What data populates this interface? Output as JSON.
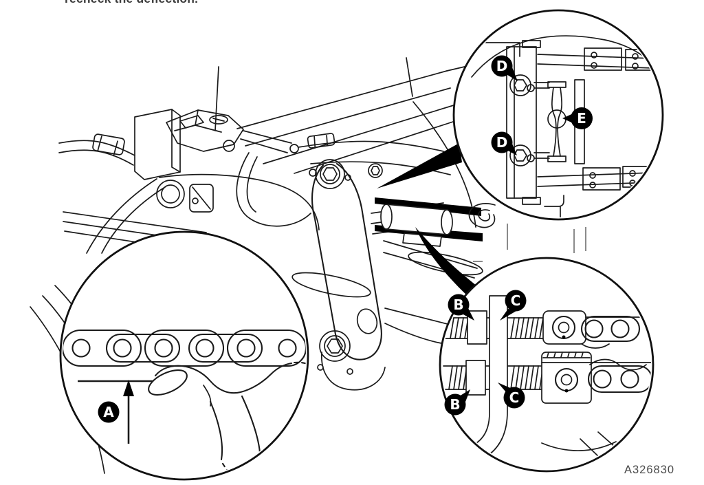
{
  "caption_top": "recheck the deflection.",
  "figure_code": "A326830",
  "colors": {
    "ink": "#1b1b1b",
    "badge_fill": "#000000",
    "badge_text": "#ffffff",
    "muted_line": "#8a8a8a",
    "caption_text": "#3c3c3c",
    "background": "#ffffff"
  },
  "callouts": {
    "deflection_a": "A",
    "locknut_b_top": "B",
    "adjuster_c_top": "C",
    "locknut_b_bottom": "B",
    "adjuster_c_bottom": "C",
    "bolt_d_upper": "D",
    "bolt_d_lower": "D",
    "rod_e": "E"
  }
}
